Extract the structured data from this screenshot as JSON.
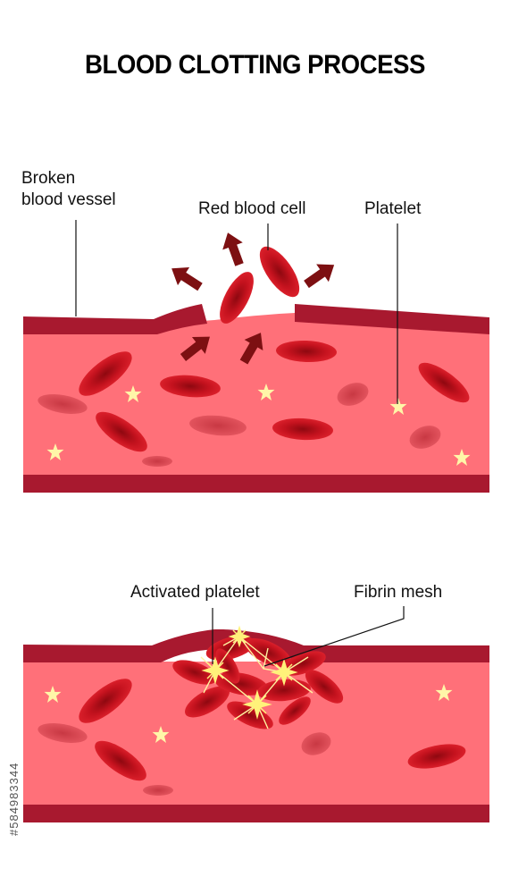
{
  "title": "BLOOD CLOTTING PROCESS",
  "labels": {
    "broken_line1": "Broken",
    "broken_line2": "blood vessel",
    "red_blood_cell": "Red blood cell",
    "platelet": "Platelet",
    "activated_platelet": "Activated platelet",
    "fibrin_mesh": "Fibrin mesh"
  },
  "stock_id": "#584983344",
  "colors": {
    "vessel_wall": "#a8192f",
    "blood_plasma": "#ff6f7a",
    "red_cell": "#c4121e",
    "red_cell_faded": "#e04a55",
    "platelet": "#fff6a8",
    "arrow": "#7d1012"
  }
}
